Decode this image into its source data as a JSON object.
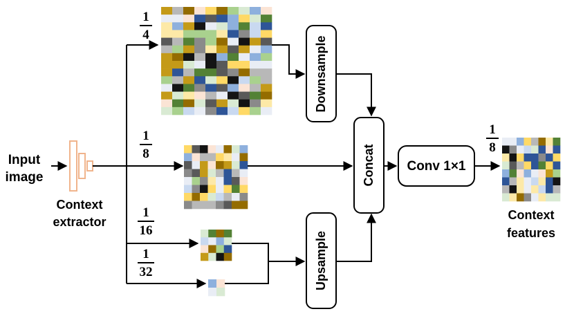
{
  "labels": {
    "input": [
      "Input",
      "image"
    ],
    "extractor": [
      "Context",
      "extractor"
    ],
    "output": [
      "Context",
      "features"
    ]
  },
  "nodes": {
    "downsample": "Downsample",
    "upsample": "Upsample",
    "concat": "Concat",
    "conv": "Conv 1×1"
  },
  "scales": {
    "s4": {
      "num": "1",
      "den": "4"
    },
    "s8": {
      "num": "1",
      "den": "8"
    },
    "s16": {
      "num": "1",
      "den": "16"
    },
    "s32": {
      "num": "1",
      "den": "32"
    },
    "out": {
      "num": "1",
      "den": "8"
    }
  },
  "colors": {
    "line": "#000000",
    "extractor": "#f0b48c",
    "palette": [
      "#2e5597",
      "#8eb0dd",
      "#c9d9f0",
      "#e9edf5",
      "#b8b8b8",
      "#8a8a8a",
      "#595959",
      "#141414",
      "#946c00",
      "#c49a18",
      "#ffd966",
      "#fde9a7",
      "#538135",
      "#a9d18e",
      "#d9ead3",
      "#fbe4d5"
    ]
  },
  "feature_maps": {
    "s4": {
      "cols": 10,
      "rows": 14,
      "seed": 7
    },
    "s8": {
      "cols": 8,
      "rows": 8,
      "seed": 13
    },
    "s16": {
      "cols": 4,
      "rows": 4,
      "seed": 29
    },
    "s32": {
      "cols": 2,
      "rows": 2,
      "seed": 41
    },
    "out": {
      "cols": 8,
      "rows": 8,
      "seed": 53
    }
  }
}
